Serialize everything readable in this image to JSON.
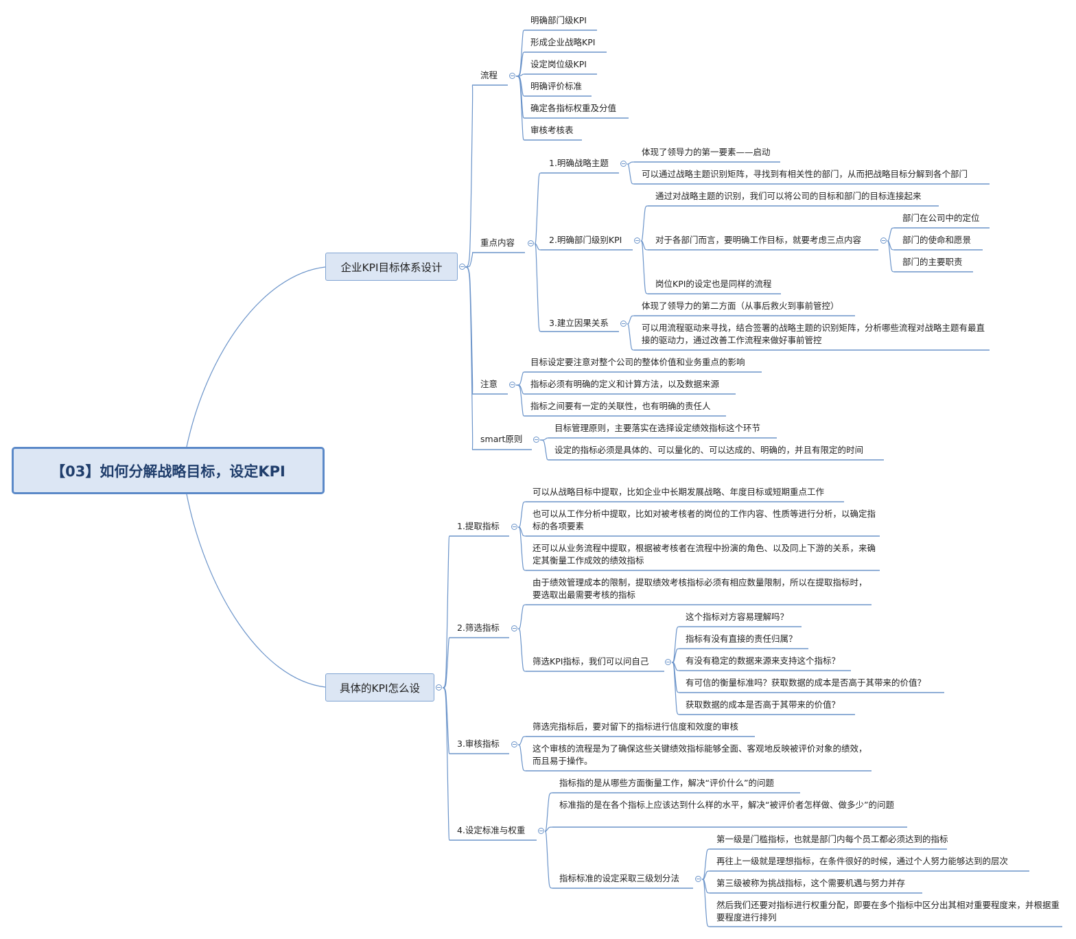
{
  "root": "【03】如何分解战略目标，设定KPI",
  "b1": {
    "title": "企业KPI目标体系设计",
    "flow": {
      "label": "流程",
      "items": [
        "明确部门级KPI",
        "形成企业战略KPI",
        "设定岗位级KPI",
        "明确评价标准",
        "确定各指标权重及分值",
        "审核考核表"
      ]
    },
    "key": {
      "label": "重点内容",
      "c1": {
        "label": "1.明确战略主题",
        "items": [
          "体现了领导力的第一要素——启动",
          "可以通过战略主题识别矩阵，寻找到有相关性的部门，从而把战略目标分解到各个部门"
        ]
      },
      "c2": {
        "label": "2.明确部门级别KPI",
        "i1": "通过对战略主题的识别，我们可以将公司的目标和部门的目标连接起来",
        "i2": "对于各部门而言，要明确工作目标，就要考虑三点内容",
        "sub": [
          "部门在公司中的定位",
          "部门的使命和愿景",
          "部门的主要职责"
        ],
        "i3": "岗位KPI的设定也是同样的流程"
      },
      "c3": {
        "label": "3.建立因果关系",
        "items": [
          "体现了领导力的第二方面（从事后救火到事前管控）",
          "可以用流程驱动来寻找，结合签署的战略主题的识别矩阵，分析哪些流程对战略主题有最直接的驱动力，通过改善工作流程来做好事前管控"
        ]
      }
    },
    "note": {
      "label": "注意",
      "items": [
        "目标设定要注意对整个公司的整体价值和业务重点的影响",
        "指标必须有明确的定义和计算方法，以及数据来源",
        "指标之间要有一定的关联性，也有明确的责任人"
      ]
    },
    "smart": {
      "label": "smart原则",
      "items": [
        "目标管理原则，主要落实在选择设定绩效指标这个环节",
        "设定的指标必须是具体的、可以量化的、可以达成的、明确的，并且有限定的时间"
      ]
    }
  },
  "b2": {
    "title": "具体的KPI怎么设",
    "s1": {
      "label": "1.提取指标",
      "items": [
        "可以从战略目标中提取，比如企业中长期发展战略、年度目标或短期重点工作",
        "也可以从工作分析中提取，比如对被考核者的岗位的工作内容、性质等进行分析，以确定指标的各项要素",
        "还可以从业务流程中提取，根据被考核者在流程中扮演的角色、以及同上下游的关系，来确定其衡量工作成效的绩效指标"
      ]
    },
    "s2": {
      "label": "2.筛选指标",
      "i1": "由于绩效管理成本的限制，提取绩效考核指标必须有相应数量限制，所以在提取指标时，要选取出最需要考核的指标",
      "i2": "筛选KPI指标，我们可以问自己",
      "q": [
        "这个指标对方容易理解吗？",
        "指标有没有直接的责任归属？",
        "有没有稳定的数据来源来支持这个指标？",
        "有可信的衡量标准吗？获取数据的成本是否高于其带来的价值？",
        "获取数据的成本是否高于其带来的价值？"
      ]
    },
    "s3": {
      "label": "3.审核指标",
      "items": [
        "筛选完指标后，要对留下的指标进行信度和效度的审核",
        "这个审核的流程是为了确保这些关键绩效指标能够全面、客观地反映被评价对象的绩效，而且易于操作。"
      ]
    },
    "s4": {
      "label": "4.设定标准与权重",
      "i1": "指标指的是从哪些方面衡量工作，解决“评价什么”的问题",
      "i2": "标准指的是在各个指标上应该达到什么样的水平，解决“被评价者怎样做、做多少”的问题",
      "i3": "指标标准的设定采取三级划分法",
      "lv": [
        "第一级是门槛指标，也就是部门内每个员工都必须达到的指标",
        "再往上一级就是理想指标，在条件很好的时候，通过个人努力能够达到的层次",
        "第三级被称为挑战指标，这个需要机遇与努力并存",
        "然后我们还要对指标进行权重分配，即要在多个指标中区分出其相对重要程度来，并根据重要程度进行排列"
      ]
    }
  },
  "colors": {
    "line": "#6a93c9",
    "root_fill": "#dce6f4",
    "root_border": "#5b89c8"
  }
}
